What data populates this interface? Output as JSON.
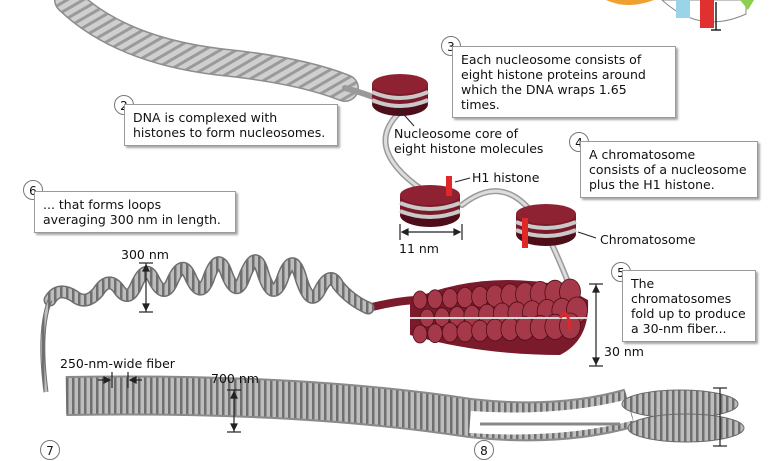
{
  "steps": {
    "s2": {
      "number": "2",
      "text": "DNA is complexed with histones to form nucleosomes."
    },
    "s3": {
      "number": "3",
      "text": "Each nucleosome consists of eight histone proteins around which the DNA wraps 1.65 times."
    },
    "s4": {
      "number": "4",
      "text": "A chromatosome consists of a nucleosome plus the H1 histone."
    },
    "s5": {
      "number": "5",
      "text": "The chromatosomes fold up to produce a 30-nm fiber..."
    },
    "s6": {
      "number": "6",
      "text": "... that forms loops averaging 300 nm in length."
    },
    "s7": {
      "number": "7"
    },
    "s8": {
      "number": "8"
    }
  },
  "labels": {
    "nucleosome_core": "Nucleosome core of eight histone molecules",
    "h1_histone": "H1 histone",
    "chromatosome": "Chromatosome",
    "nm_11": "11 nm",
    "nm_300": "300 nm",
    "nm_30": "30 nm",
    "fiber_250": "250-nm-wide fiber",
    "nm_700": "700 nm"
  },
  "colors": {
    "histone": "#7b1a2a",
    "histone_dark": "#4e0d18",
    "dna": "#c9c9c9",
    "dna_edge": "#8e8e8e",
    "h1": "#e02828"
  }
}
